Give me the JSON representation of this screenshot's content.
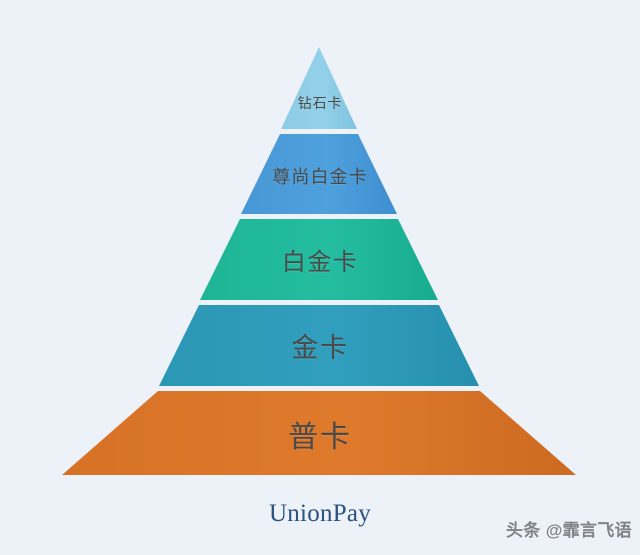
{
  "background_color": "#edf1f8",
  "diagram": {
    "type": "pyramid",
    "title_text": "UnionPay",
    "divider_color": "#ffffff",
    "label_color": "#4a4a4a",
    "tiers": [
      {
        "rank": 1,
        "label": "钻石卡",
        "color": "#8fcde8",
        "color_dark": "#7cbfdd",
        "level": "top"
      },
      {
        "rank": 2,
        "label": "尊尚白金卡",
        "color": "#4a9cdb",
        "color_dark": "#3f8ed0",
        "level": "second"
      },
      {
        "rank": 3,
        "label": "白金卡",
        "color": "#1fb89a",
        "color_dark": "#17ab8e",
        "level": "third"
      },
      {
        "rank": 4,
        "label": "金卡",
        "color": "#2c9bb8",
        "color_dark": "#2690ad",
        "level": "fourth"
      },
      {
        "rank": 5,
        "label": "普卡",
        "color": "#d97328",
        "color_dark": "#cf6a21",
        "level": "base"
      }
    ]
  },
  "brand": {
    "wordmark": "UnionPay",
    "wordmark_color": "#28527f"
  },
  "watermark": {
    "text": "头条 @霏言飞语"
  }
}
